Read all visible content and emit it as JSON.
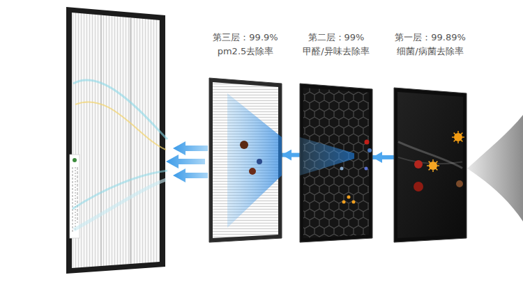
{
  "diagram": {
    "nodes": [
      {
        "text": [
          "第三层：99.9%",
          "pm2.5去除率"
        ]
      },
      {
        "text": [
          "第二层：99%",
          "甲醛/异味去除率"
        ]
      },
      {
        "text": [
          "第一层：99.89%",
          "细菌/病菌去除率"
        ]
      }
    ],
    "edges": [
      {
        "from": 2,
        "to": 1,
        "arrow": "to"
      },
      {
        "from": 1,
        "to": 0,
        "arrow": "to"
      }
    ]
  }
}
